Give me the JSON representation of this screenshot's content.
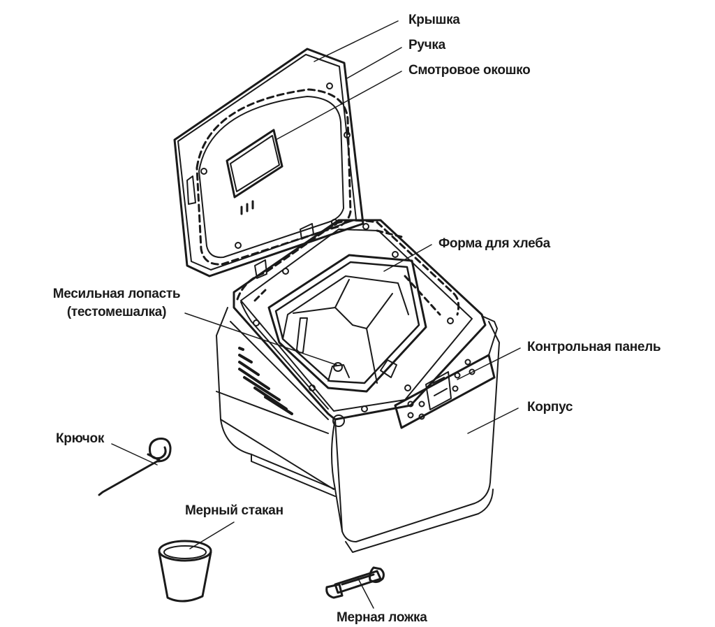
{
  "labels": {
    "lid": "Крышка",
    "handle": "Ручка",
    "window": "Смотровое окошко",
    "bread_pan": "Форма для хлеба",
    "paddle_line1": "Месильная лопасть",
    "paddle_line2": "(тестомешалка)",
    "control_panel": "Контрольная панель",
    "body": "Корпус",
    "hook": "Крючок",
    "measuring_cup": "Мерный стакан",
    "measuring_spoon": "Мерная ложка"
  },
  "colors": {
    "line": "#1a1a1a",
    "background": "#ffffff"
  }
}
